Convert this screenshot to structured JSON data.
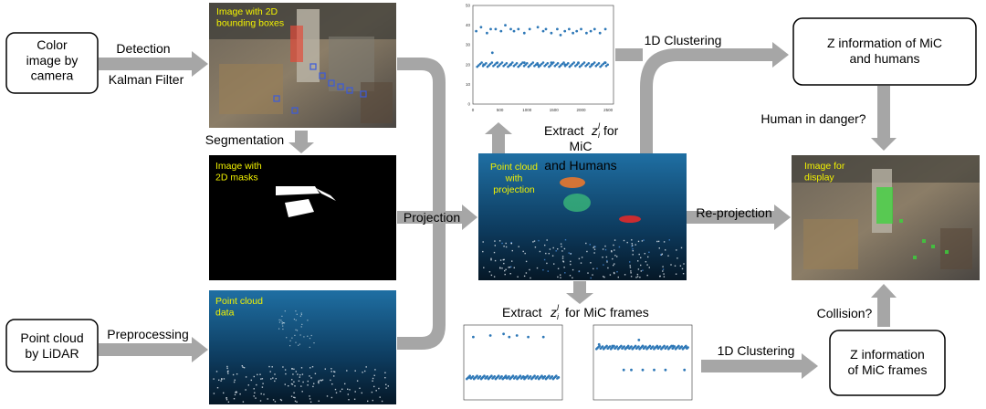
{
  "boxes": {
    "color_image": "Color\nimage by\ncamera",
    "point_cloud": "Point cloud\nby LiDAR",
    "z_mic_humans": "Z information of MiC\nand humans",
    "z_mic_frames": "Z information\nof MiC frames"
  },
  "image_captions": {
    "bbox": "Image with 2D\nbounding boxes",
    "masks": "Image with\n2D masks",
    "pc_data": "Point cloud\ndata",
    "pc_projection": "Point cloud\nwith\nprojection",
    "display": "Image for\ndisplay"
  },
  "labels": {
    "detection": "Detection",
    "kalman": "Kalman Filter",
    "segmentation": "Segmentation",
    "preprocessing": "Preprocessing",
    "projection": "Projection",
    "reprojection": "Re-projection",
    "clustering_top": "1D Clustering",
    "clustering_bottom": "1D Clustering",
    "extract_top_a": "Extract",
    "extract_top_b": "for",
    "extract_top_c": "MiC",
    "extract_top_d": "and Humans",
    "extract_bottom_a": "Extract",
    "extract_bottom_b": "for MiC frames",
    "math_z": "z",
    "math_sub": "i",
    "math_sup": "l",
    "human_danger": "Human in danger?",
    "collision": "Collision?"
  },
  "colors": {
    "arrow": "#a6a6a6",
    "caption_yellow": "#f2f200",
    "point_blue": "#2e78b7",
    "lidar_bg": "#1a5f8c",
    "box_border": "#000000"
  },
  "chart_data": [
    {
      "type": "scatter",
      "xlim": [
        0,
        2600
      ],
      "ylim": [
        0,
        50
      ],
      "x_ticks": [
        "0",
        "500",
        "1000",
        "1500",
        "2000",
        "2500"
      ],
      "y_ticks": [
        "0",
        "10",
        "20",
        "30",
        "40",
        "50"
      ],
      "series": [
        {
          "values": [
            [
              60,
              37
            ],
            [
              150,
              39
            ],
            [
              260,
              36
            ],
            [
              330,
              38
            ],
            [
              420,
              38
            ],
            [
              520,
              37
            ],
            [
              600,
              40
            ],
            [
              700,
              38
            ],
            [
              760,
              37
            ],
            [
              840,
              38
            ],
            [
              950,
              36
            ],
            [
              1050,
              38
            ],
            [
              1200,
              39
            ],
            [
              1300,
              37
            ],
            [
              1350,
              38
            ],
            [
              1450,
              36
            ],
            [
              1560,
              38
            ],
            [
              1620,
              35
            ],
            [
              1700,
              37
            ],
            [
              1780,
              38
            ],
            [
              1850,
              36
            ],
            [
              1920,
              37
            ],
            [
              2000,
              38
            ],
            [
              2100,
              36
            ],
            [
              2180,
              37
            ],
            [
              2250,
              38
            ],
            [
              2350,
              36
            ],
            [
              2450,
              38
            ],
            [
              200,
              20
            ],
            [
              450,
              21
            ],
            [
              700,
              20
            ],
            [
              950,
              21
            ],
            [
              1200,
              20
            ],
            [
              1450,
              21
            ],
            [
              1700,
              20
            ],
            [
              1950,
              21
            ],
            [
              2200,
              20
            ],
            [
              2450,
              21
            ],
            [
              360,
              26
            ]
          ]
        }
      ]
    },
    {
      "type": "scatter",
      "xlim": [
        0,
        2600
      ],
      "ylim": [
        0,
        50
      ],
      "series": [
        {
          "values": [
            [
              250,
              42
            ],
            [
              700,
              43
            ],
            [
              1050,
              44
            ],
            [
              1200,
              42
            ],
            [
              1400,
              43
            ],
            [
              1700,
              42
            ],
            [
              2100,
              42
            ],
            [
              150,
              15
            ],
            [
              600,
              15
            ],
            [
              1100,
              15
            ],
            [
              1600,
              15
            ],
            [
              2100,
              15
            ],
            [
              2500,
              15
            ]
          ]
        }
      ]
    },
    {
      "type": "scatter",
      "xlim": [
        0,
        2600
      ],
      "ylim": [
        0,
        50
      ],
      "series": [
        {
          "values": [
            [
              150,
              37
            ],
            [
              500,
              36
            ],
            [
              900,
              35
            ],
            [
              1300,
              36
            ],
            [
              1700,
              35
            ],
            [
              2100,
              36
            ],
            [
              2450,
              35
            ],
            [
              1200,
              40
            ],
            [
              800,
              20
            ],
            [
              1000,
              20
            ],
            [
              1300,
              20
            ],
            [
              1600,
              20
            ],
            [
              1900,
              20
            ],
            [
              2400,
              20
            ]
          ]
        }
      ]
    }
  ]
}
